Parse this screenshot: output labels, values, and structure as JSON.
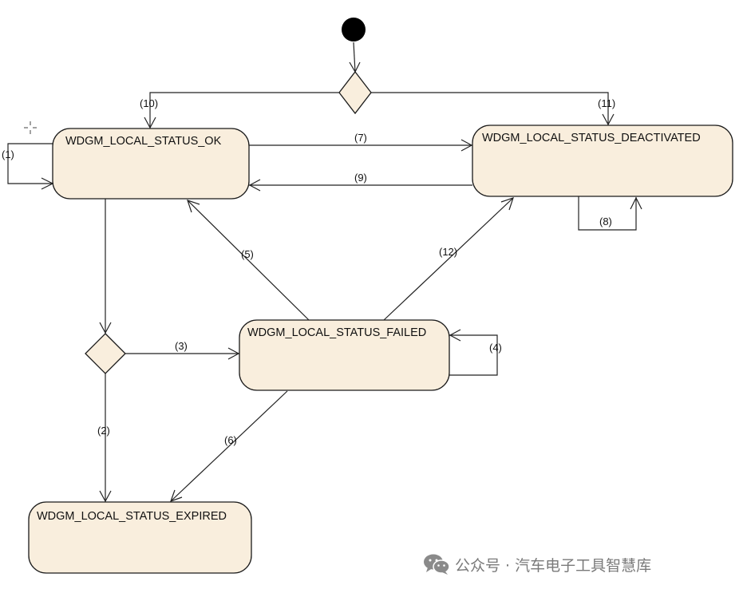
{
  "states": {
    "ok": "WDGM_LOCAL_STATUS_OK",
    "deactivated": "WDGM_LOCAL_STATUS_DEACTIVATED",
    "failed": "WDGM_LOCAL_STATUS_FAILED",
    "expired": "WDGM_LOCAL_STATUS_EXPIRED"
  },
  "transitions": {
    "t1": "(1)",
    "t2": "(2)",
    "t3": "(3)",
    "t4": "(4)",
    "t5": "(5)",
    "t6": "(6)",
    "t7": "(7)",
    "t8": "(8)",
    "t9": "(9)",
    "t10": "(10)",
    "t11": "(11)",
    "t12": "(12)"
  },
  "watermark": {
    "text": "公众号 · 汽车电子工具智慧库",
    "icon": "wechat-icon"
  }
}
